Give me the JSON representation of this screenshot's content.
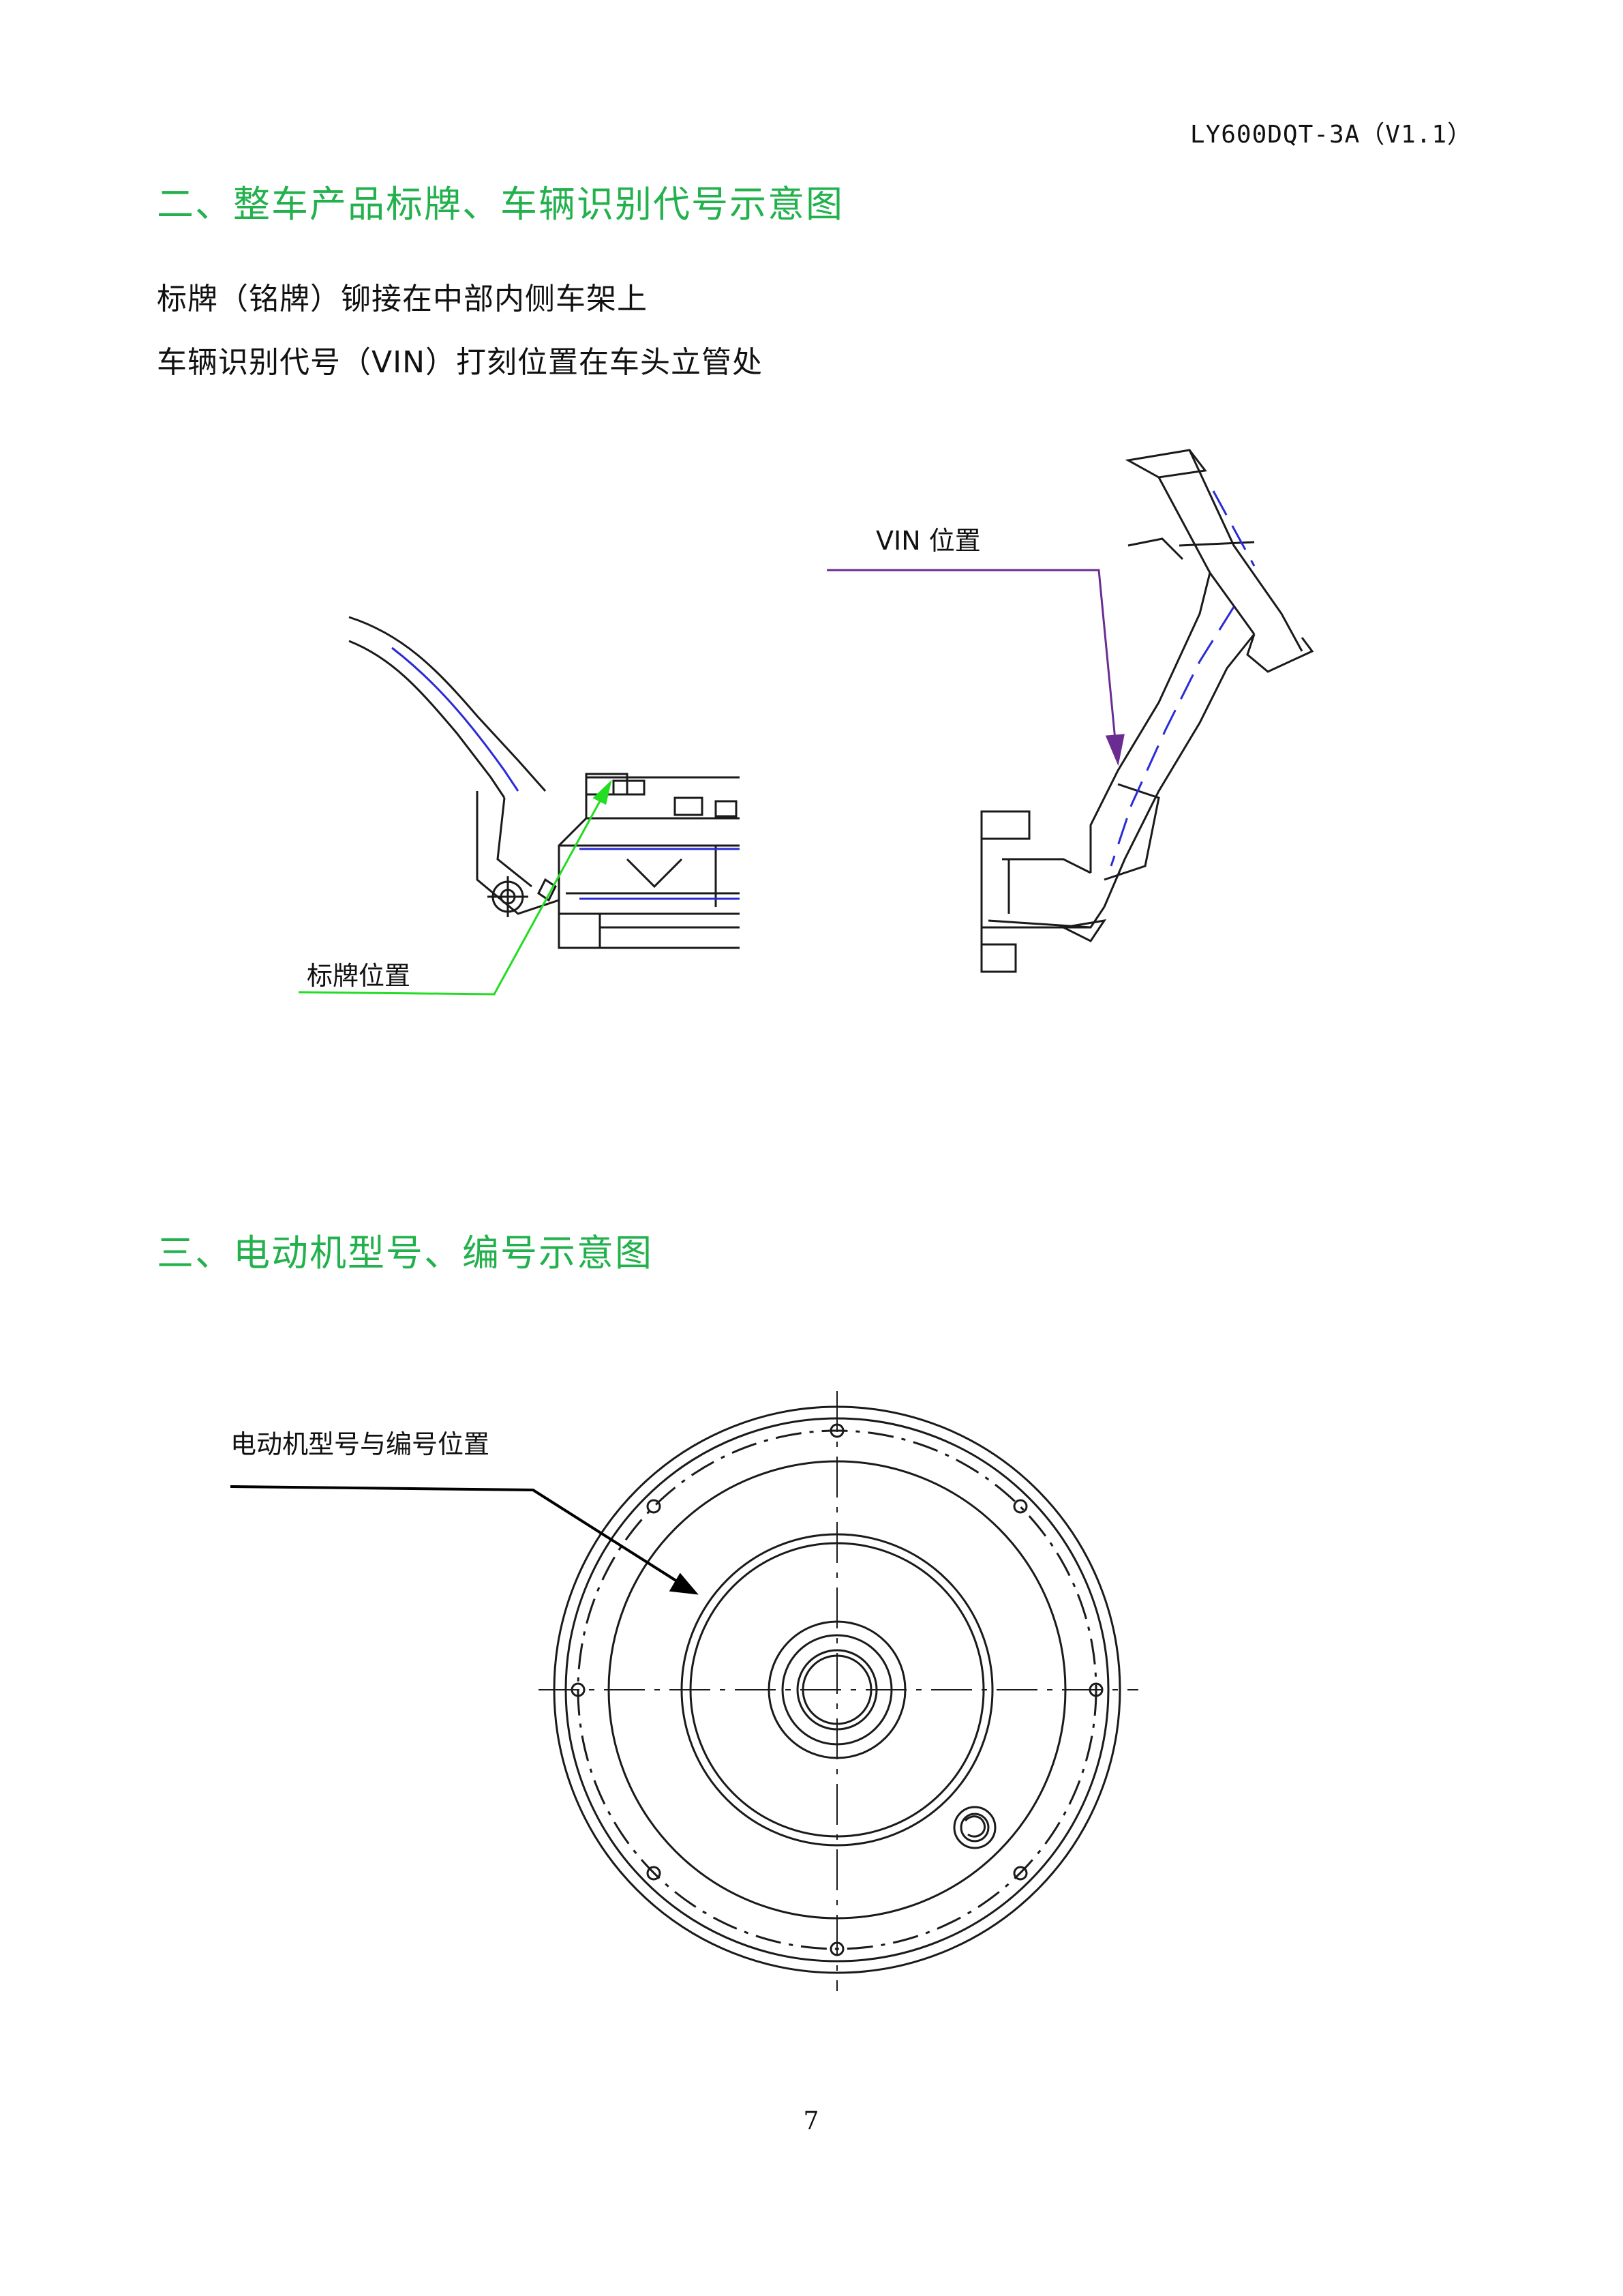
{
  "header": {
    "doc_code": "LY600DQT-3A（V1.1）"
  },
  "section2": {
    "title": "二、整车产品标牌、车辆识别代号示意图",
    "line1": "标牌（铭牌）铆接在中部内侧车架上",
    "line2": "车辆识别代号（VIN）打刻位置在车头立管处",
    "nameplate_label": "标牌位置",
    "vin_label": "VIN 位置"
  },
  "section3": {
    "title": "三、电动机型号、编号示意图",
    "motor_label": "电动机型号与编号位置"
  },
  "footer": {
    "page_number": "7"
  },
  "colors": {
    "heading": "#22b14c",
    "nameplate_leader": "#22dd22",
    "vin_leader": "#6a2c91",
    "drawing_line": "#1a1a1a",
    "centerline_blue": "#2a2ad8"
  }
}
